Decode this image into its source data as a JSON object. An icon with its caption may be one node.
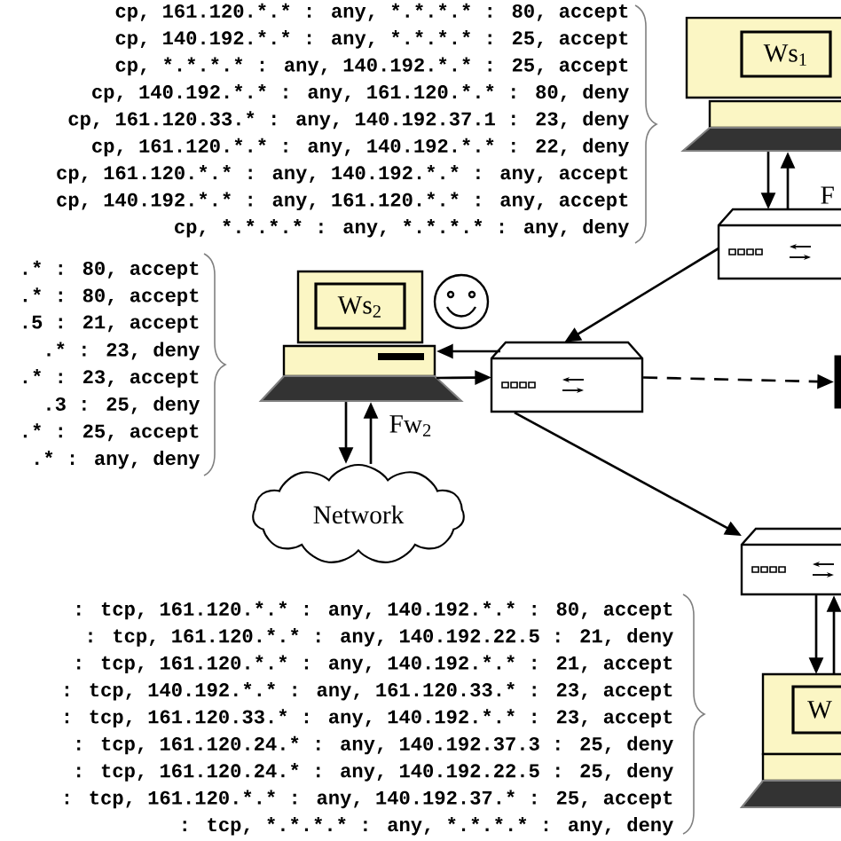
{
  "diagram": {
    "nodes": [
      {
        "text": [
          "Ws$_{1}$"
        ]
      },
      {
        "text": [],
        "shape": "box"
      },
      {
        "text": [
          "Ws$_{2}$"
        ]
      },
      {
        "text": [],
        "shape": "box"
      },
      {
        "text": [],
        "shape": "bar"
      },
      {
        "text": [
          "Network"
        ]
      },
      {
        "text": [],
        "shape": "box"
      },
      {
        "text": [
          "W"
        ]
      }
    ],
    "edges": [
      {
        "from": 0,
        "to": 1,
        "arrow": "to"
      },
      {
        "from": 1,
        "to": 0,
        "arrow": "to"
      },
      {
        "from": 1,
        "to": 3,
        "arrow": "to"
      },
      {
        "from": 3,
        "to": 2,
        "arrow": "to"
      },
      {
        "from": 2,
        "to": 3,
        "arrow": "to"
      },
      {
        "from": 3,
        "to": 4,
        "arrow": "to",
        "style": "dashed"
      },
      {
        "from": 3,
        "to": 6,
        "arrow": "to"
      },
      {
        "from": 2,
        "to": 5,
        "arrow": "to"
      },
      {
        "from": 5,
        "to": 2,
        "arrow": "to"
      },
      {
        "from": 6,
        "to": 7,
        "arrow": "to"
      },
      {
        "from": 7,
        "to": 6,
        "arrow": "to"
      }
    ],
    "labels": [
      "cp, 161.120.*.* : any, *.*.*.* : 80, accept",
      "cp, 140.192.*.* : any, *.*.*.* : 25, accept",
      "cp, *.*.*.* : any, 140.192.*.* : 25, accept",
      "cp, 140.192.*.* : any, 161.120.*.* : 80, deny",
      "cp, 161.120.33.* : any, 140.192.37.1 : 23, deny",
      "cp, 161.120.*.* : any, 140.192.*.* : 22, deny",
      "cp, 161.120.*.* : any, 140.192.*.* : any, accept",
      "cp, 140.192.*.* : any, 161.120.*.* : any, accept",
      "cp, *.*.*.* : any, *.*.*.* : any, deny",
      "F",
      ".* : 80, accept",
      ".* : 80, accept",
      ".5 : 21, accept",
      ".* : 23, deny",
      ".* : 23, accept",
      ".3 : 25, deny",
      ".* : 25, accept",
      ".* : any, deny",
      "Fw$_{2}$",
      ": tcp, 161.120.*.* : any, 140.192.*.* : 80, accept",
      ": tcp, 161.120.*.* : any, 140.192.22.5 : 21, deny",
      ": tcp, 161.120.*.* : any, 140.192.*.* : 21, accept",
      ": tcp, 140.192.*.* : any, 161.120.33.* : 23, accept",
      ": tcp, 161.120.33.* : any, 140.192.*.* : 23, accept",
      ": tcp, 161.120.24.* : any, 140.192.37.3 : 25, deny",
      ": tcp, 161.120.24.* : any, 140.192.22.5 : 25, deny",
      ": tcp, 161.120.*.* : any, 140.192.37.* : 25, accept",
      ": tcp, *.*.*.* : any, *.*.*.* : any, deny"
    ]
  }
}
